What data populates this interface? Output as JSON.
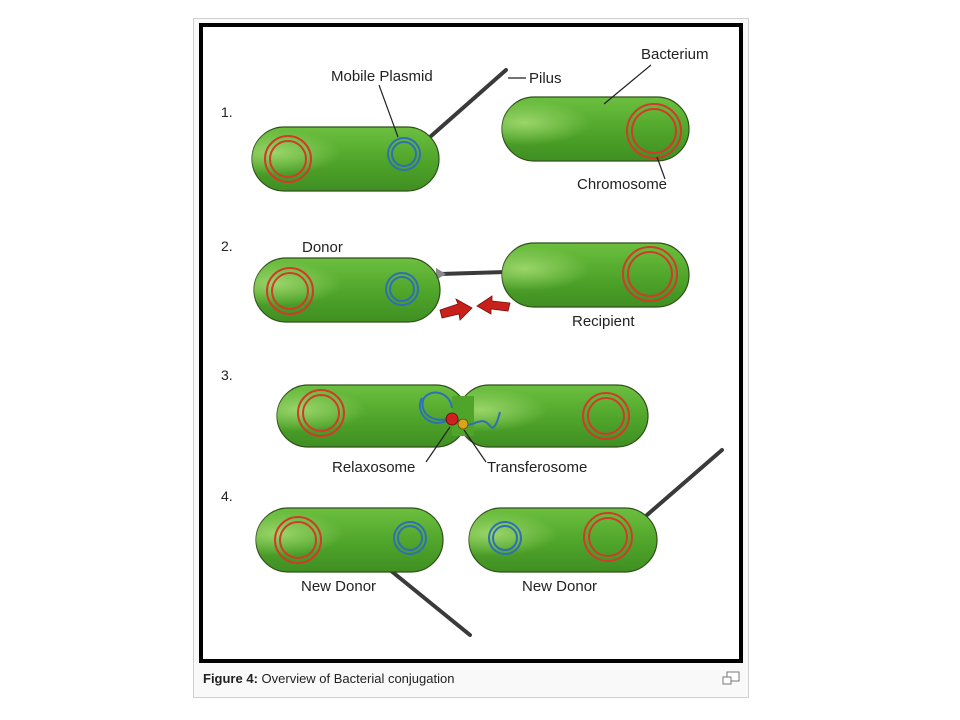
{
  "caption": {
    "figure_label": "Figure 4:",
    "text": " Overview of Bacterial conjugation",
    "enlarge_icon": "magnify-clip-icon"
  },
  "steps": [
    "1.",
    "2.",
    "3.",
    "4."
  ],
  "labels": {
    "mobile_plasmid": "Mobile Plasmid",
    "pilus": "Pilus",
    "bacterium": "Bacterium",
    "chromosome": "Chromosome",
    "donor": "Donor",
    "recipient": "Recipient",
    "relaxosome": "Relaxosome",
    "transferosome": "Transferosome",
    "new_donor_left": "New Donor",
    "new_donor_right": "New Donor"
  },
  "colors": {
    "cell_fill": "#52a82b",
    "cell_highlight": "#7cc852",
    "cell_outline": "#2f4f1a",
    "chromosome": "#d23a2a",
    "plasmid": "#2f6fb5",
    "pilus": "#3a3a3a",
    "arrow": "#c8201a",
    "relaxosome": "#d02020",
    "transferosome": "#d6a51a"
  }
}
